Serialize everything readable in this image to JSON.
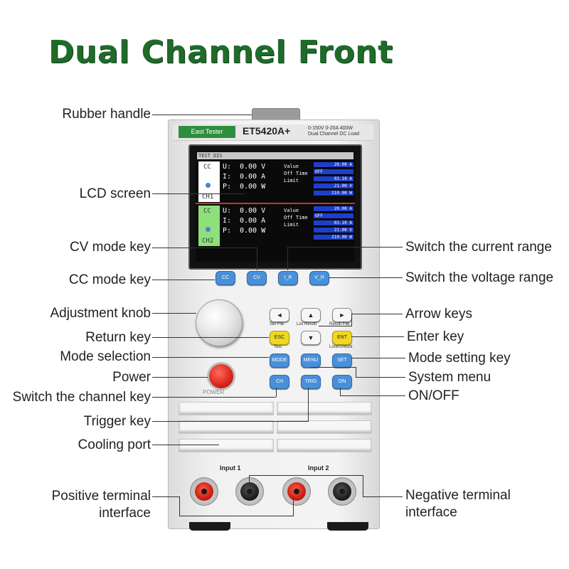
{
  "title": "Dual Channel Front",
  "device": {
    "brand": "East Tester",
    "model": "ET5420A+",
    "spec_line1": "0-150V 0-20A 400W",
    "spec_line2": "Dual Channel DC Load",
    "power_text": "POWER"
  },
  "screen": {
    "header": "TEST DIS",
    "channels": [
      {
        "mode": "CC",
        "name": "CH1",
        "box_color": "#ffffff",
        "u": "0.00 V",
        "i": "0.00 A",
        "p": "0.00 W",
        "value": "20.00 A",
        "off_time": "OFF",
        "limit_1": "03.10 A",
        "limit_2": "21.00 V",
        "limit_3": "210.00 W"
      },
      {
        "mode": "CC",
        "name": "CH2",
        "box_color": "#8ee07a",
        "u": "0.00 V",
        "i": "0.00 A",
        "p": "0.00 W",
        "value": "20.00 A",
        "off_time": "OFF",
        "limit_1": "03.10 A",
        "limit_2": "21.00 V",
        "limit_3": "210.00 W"
      }
    ],
    "row_labels": {
      "u": "U:",
      "i": "I:",
      "p": "P:",
      "value": "Value",
      "off_time": "Off Time",
      "limit": "Limit"
    }
  },
  "keys": {
    "cc": "CC",
    "cv": "CV",
    "i_r": "I_R",
    "v_r": "V_R",
    "left": "◄",
    "up": "▲",
    "right": "►",
    "down": "▼",
    "esc": "ESC",
    "ent": "ENT",
    "mode": "MODE",
    "menu": "MENU",
    "set": "SET",
    "ch": "CH",
    "trig": "TRIG",
    "on": "ON",
    "set_file": "Set File",
    "list_result": "List Result",
    "result_file": "Result File",
    "test": "Test",
    "lock_unlock": "Lock/Unlock"
  },
  "inputs": {
    "input1": "Input 1",
    "input2": "Input 2"
  },
  "labels_left": {
    "rubber_handle": "Rubber handle",
    "lcd_screen": "LCD screen",
    "cv_mode_key": "CV mode key",
    "cc_mode_key": "CC mode key",
    "adjustment_knob": "Adjustment knob",
    "return_key": "Return key",
    "mode_selection": "Mode selection",
    "power": "Power",
    "switch_channel": "Switch the channel key",
    "trigger_key": "Trigger key",
    "cooling_port": "Cooling port",
    "positive_terminal_1": "Positive terminal",
    "positive_terminal_2": "interface"
  },
  "labels_right": {
    "switch_current": "Switch the current range",
    "switch_voltage": "Switch the voltage range",
    "arrow_keys": "Arrow keys",
    "enter_key": "Enter key",
    "mode_setting": "Mode setting key",
    "system_menu": "System menu",
    "on_off": "ON/OFF",
    "negative_terminal_1": "Negative terminal",
    "negative_terminal_2": "interface"
  },
  "colors": {
    "title_green": "#1f6b2a",
    "key_blue": "#4a90d9",
    "key_yellow": "#f0d820",
    "brand_green": "#2d8f3d"
  }
}
